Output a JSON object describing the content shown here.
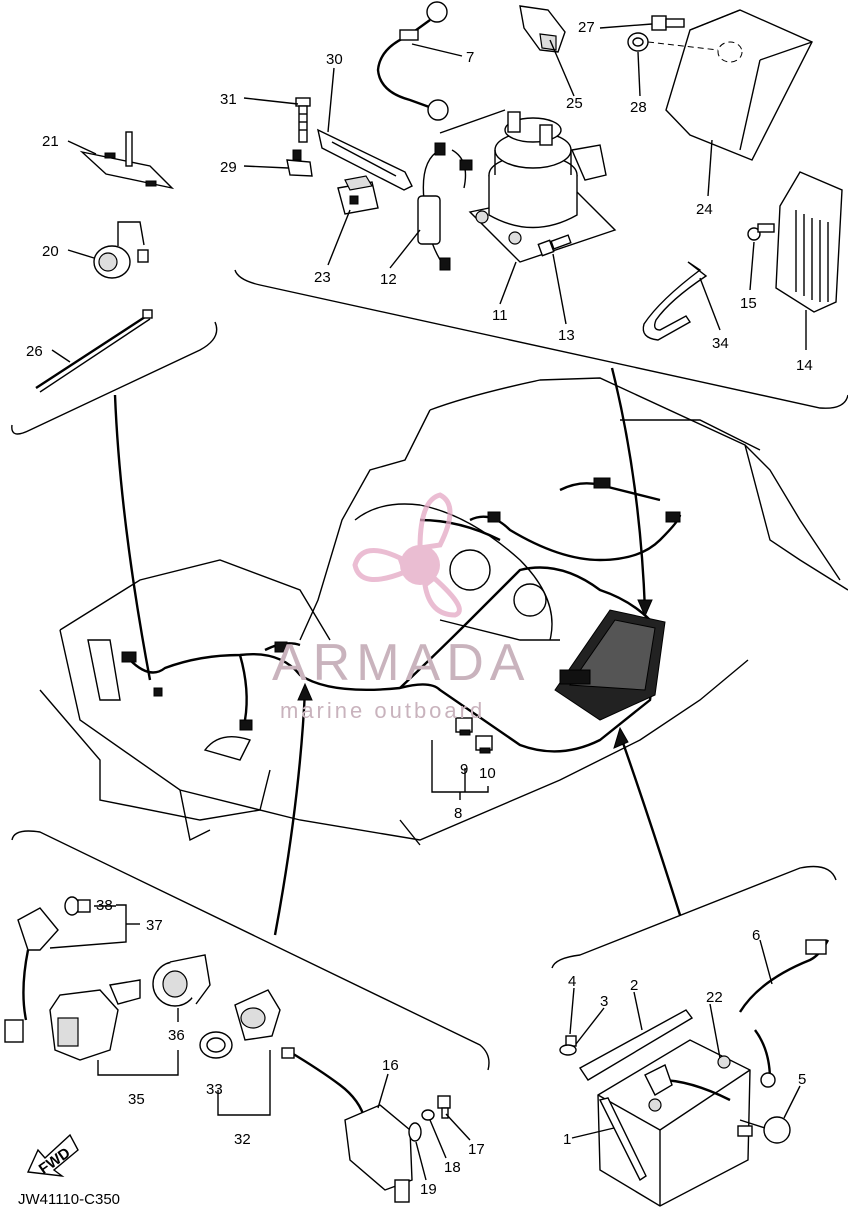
{
  "diagram": {
    "figure_code": "JW41110-C350",
    "direction_label": "FWD",
    "watermark": {
      "brand": "ARMADA",
      "tagline": "marine outboard"
    },
    "part_numbers": {
      "p1": "1",
      "p2": "2",
      "p3": "3",
      "p4": "4",
      "p5": "5",
      "p6": "6",
      "p7": "7",
      "p8": "8",
      "p9": "9",
      "p10": "10",
      "p11": "11",
      "p12": "12",
      "p13": "13",
      "p14": "14",
      "p15": "15",
      "p16": "16",
      "p17": "17",
      "p18": "18",
      "p19": "19",
      "p20": "20",
      "p21": "21",
      "p22": "22",
      "p23": "23",
      "p24": "24",
      "p25": "25",
      "p26": "26",
      "p27": "27",
      "p28": "28",
      "p29": "29",
      "p30": "30",
      "p31": "31",
      "p32": "32",
      "p33": "33",
      "p34": "34",
      "p35": "35",
      "p36": "36",
      "p37": "37",
      "p38": "38"
    }
  }
}
